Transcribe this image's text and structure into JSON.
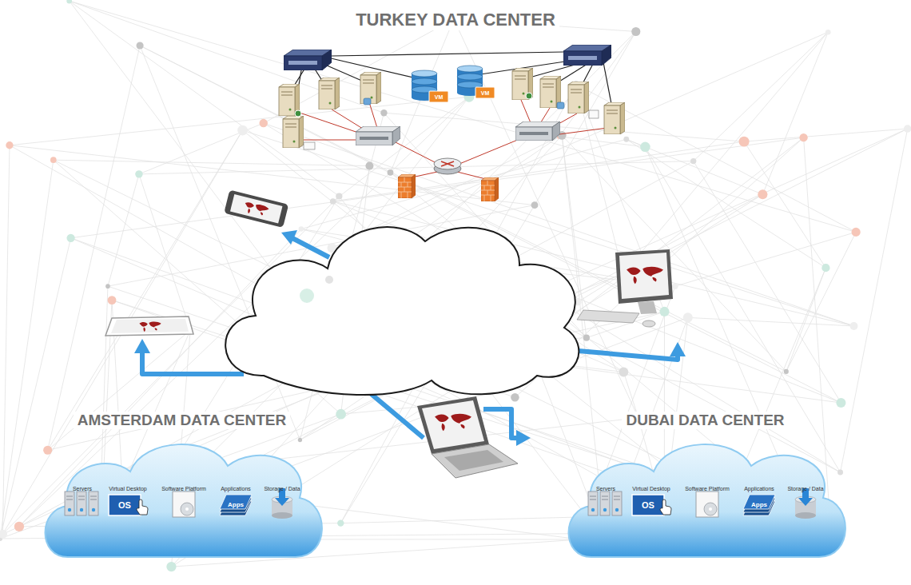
{
  "diagram": {
    "nodes": [
      {
        "text": [
          "TURKEY DATA CENTER"
        ]
      },
      {
        "text": [
          "AMSTERDAM DATA CENTER"
        ]
      },
      {
        "text": [
          "DUBAI DATA CENTER"
        ]
      }
    ],
    "labels": [
      "VM",
      "VM",
      "Servers",
      "Virtual Desktop",
      "Software Platform",
      "Applications",
      "Storage / Data",
      "OS",
      "Apps",
      "Servers",
      "Virtual Desktop",
      "Software Platform",
      "Applications",
      "Storage / Data",
      "OS",
      "Apps"
    ]
  }
}
